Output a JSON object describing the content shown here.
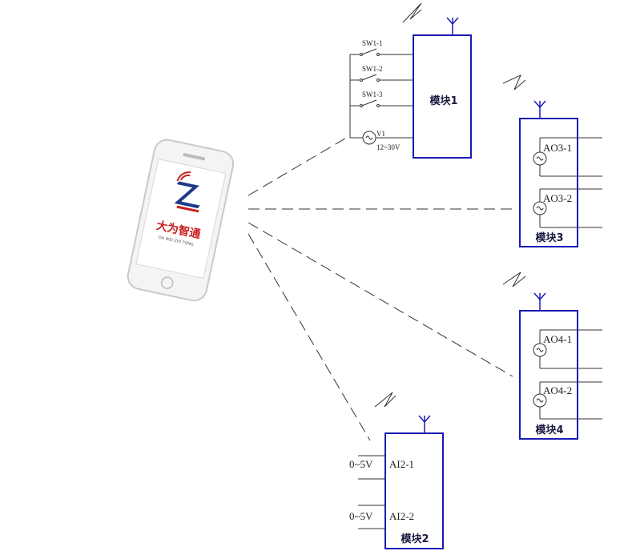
{
  "phone": {
    "brand_cn": "大为智通",
    "brand_en": "DA WEI ZHI TONG",
    "logo_icon": "z-logo-icon"
  },
  "module1": {
    "label": "模块1",
    "switches": [
      "SW1-1",
      "SW1-2",
      "SW1-3"
    ],
    "source": "V1",
    "voltage": "12~30V"
  },
  "module2": {
    "label": "模块2",
    "inputs": [
      {
        "name": "AI2-1",
        "range": "0~5V"
      },
      {
        "name": "AI2-2",
        "range": "0~5V"
      }
    ]
  },
  "module3": {
    "label": "模块3",
    "outputs": [
      "AO3-1",
      "AO3-2"
    ]
  },
  "module4": {
    "label": "模块4",
    "outputs": [
      "AO4-1",
      "AO4-2"
    ]
  },
  "colors": {
    "module_border": "#1a1ab4",
    "wire": "#333333",
    "brand_red": "#c8201e",
    "brand_blue": "#1f3a8a"
  }
}
